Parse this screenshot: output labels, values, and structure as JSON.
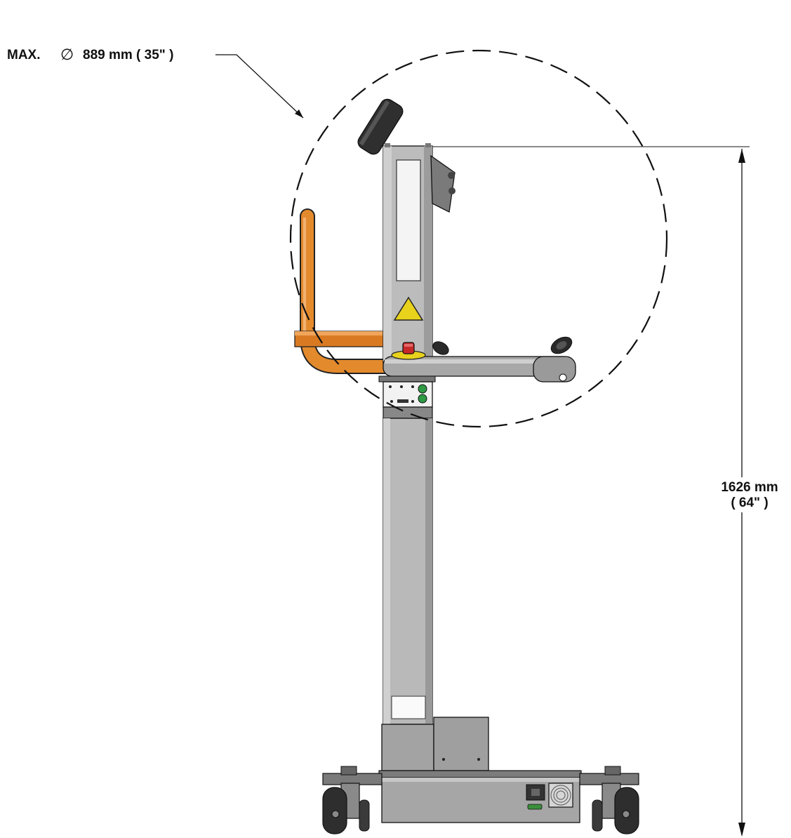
{
  "annotations": {
    "swing_diameter": {
      "prefix": "MAX.",
      "symbol": "∅",
      "value": "889 mm ( 35\" )"
    },
    "height": {
      "metric": "1626 mm",
      "imperial": "( 64\" )"
    }
  },
  "colors": {
    "handle": "#e38a2d",
    "handle_dark": "#b8651a",
    "column": "#b9b9b9",
    "column_dark": "#8a8a8a",
    "base": "#a0a0a0",
    "wheel": "#2e2e2e",
    "warning": "#e8d21c",
    "estop": "#c62828",
    "indicator": "#2e9a44",
    "outline": "#111111"
  }
}
